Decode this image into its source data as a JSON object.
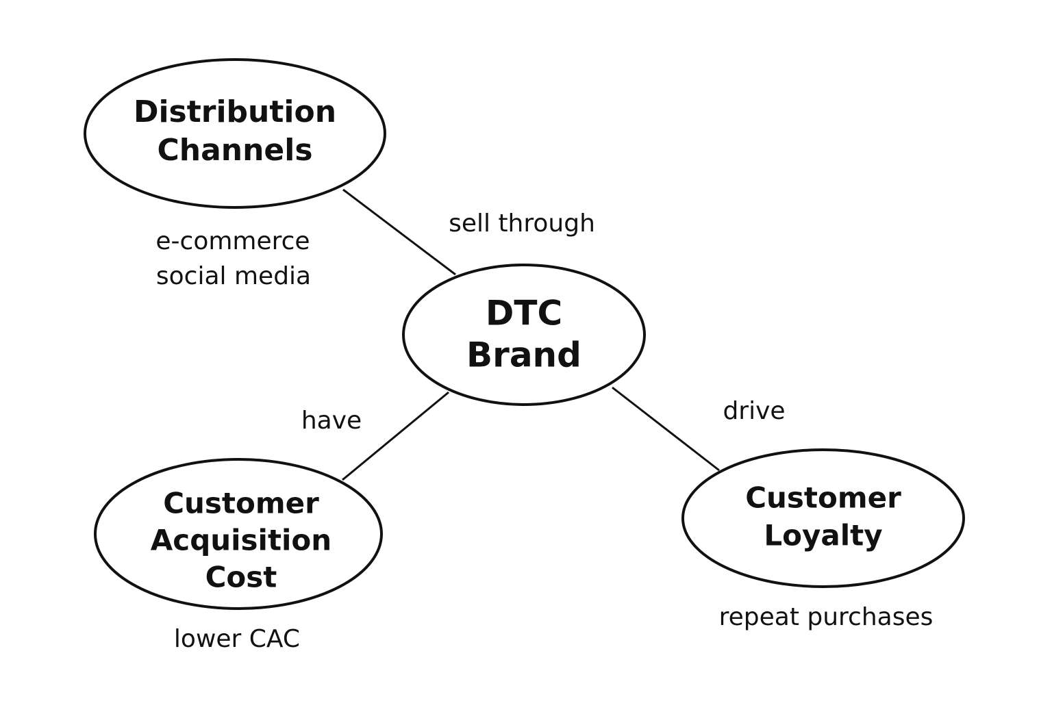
{
  "diagram": {
    "nodes": {
      "distribution": {
        "line1": "Distribution",
        "line2": "Channels"
      },
      "dtc": {
        "line1": "DTC",
        "line2": "Brand"
      },
      "cac": {
        "line1": "Customer",
        "line2": "Acquisition",
        "line3": "Cost"
      },
      "loyalty": {
        "line1": "Customer",
        "line2": "Loyalty"
      }
    },
    "edges": {
      "sell_through": "sell through",
      "have": "have",
      "drive": "drive"
    },
    "notes": {
      "distribution_line1": "e-commerce",
      "distribution_line2": "social media",
      "cac": "lower CAC",
      "loyalty": "repeat purchases"
    }
  }
}
